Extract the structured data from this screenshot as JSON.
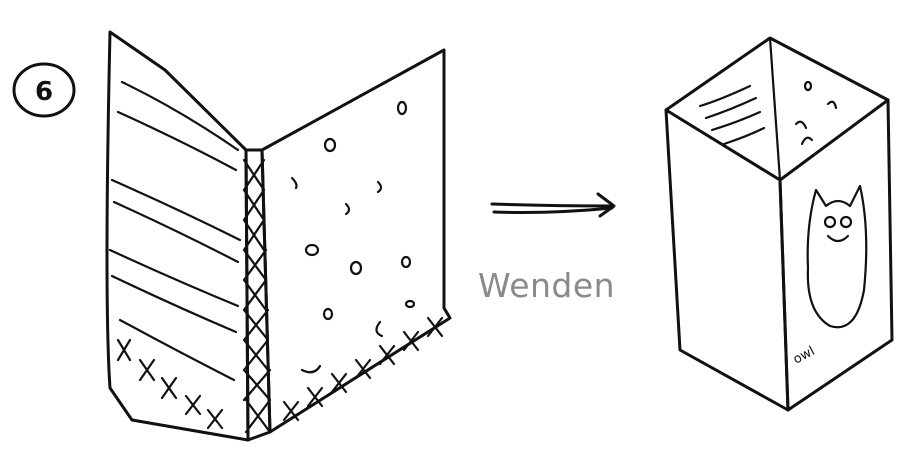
{
  "step_number": "6",
  "caption": "Wenden",
  "bag_label": "owl",
  "colors": {
    "ink": "#111111",
    "caption": "#8a8a8a",
    "background": "#ffffff"
  },
  "icons": [
    "arrow-right-icon"
  ]
}
